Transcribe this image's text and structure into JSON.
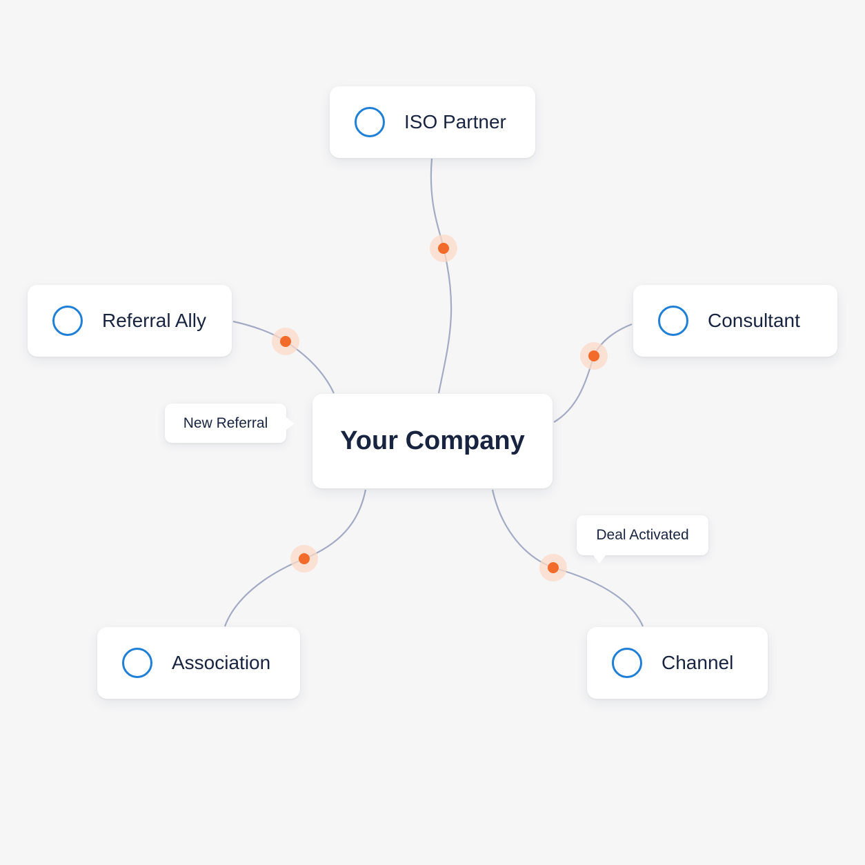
{
  "diagram": {
    "center": {
      "label": "Your Company"
    },
    "nodes": [
      {
        "id": "iso-partner",
        "label": "ISO Partner",
        "icon": "circle-outline-icon"
      },
      {
        "id": "referral-ally",
        "label": "Referral Ally",
        "icon": "circle-outline-icon"
      },
      {
        "id": "consultant",
        "label": "Consultant",
        "icon": "circle-outline-icon"
      },
      {
        "id": "association",
        "label": "Association",
        "icon": "circle-outline-icon"
      },
      {
        "id": "channel",
        "label": "Channel",
        "icon": "circle-outline-icon"
      }
    ],
    "callouts": [
      {
        "id": "new-referral",
        "label": "New Referral"
      },
      {
        "id": "deal-activated",
        "label": "Deal Activated"
      }
    ],
    "colors": {
      "background": "#f6f6f7",
      "card": "#ffffff",
      "text": "#17233f",
      "ring": "#1f7fd6",
      "edge": "#a3abc4",
      "dot": "#f36b2a",
      "dot_halo": "#fbd9c8"
    }
  }
}
